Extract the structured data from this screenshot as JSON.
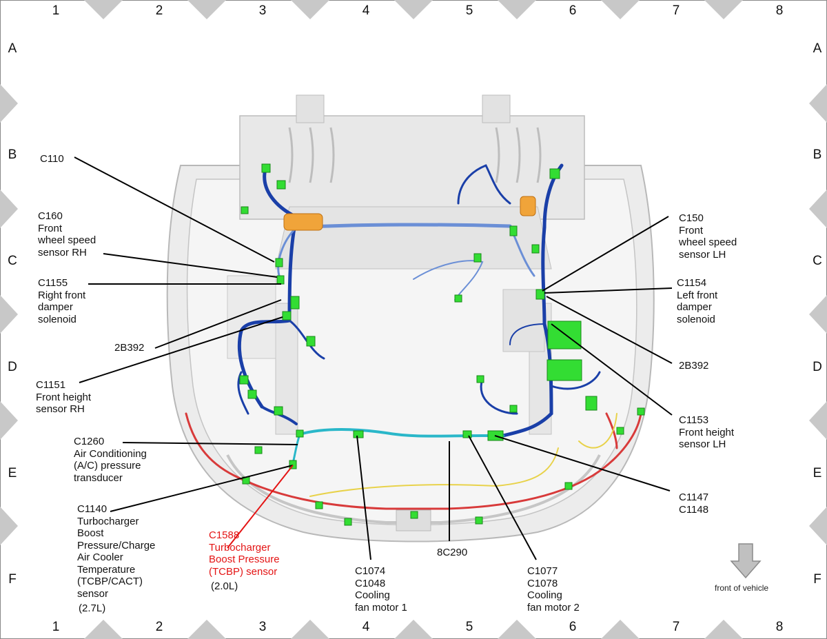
{
  "grid": {
    "columns": [
      "1",
      "2",
      "3",
      "4",
      "5",
      "6",
      "7",
      "8"
    ],
    "rows": [
      "A",
      "B",
      "C",
      "D",
      "E",
      "F"
    ]
  },
  "callouts": [
    {
      "id": "c110",
      "lines": [
        "C110"
      ]
    },
    {
      "id": "c160",
      "lines": [
        "C160",
        "Front",
        "wheel speed",
        "sensor RH"
      ]
    },
    {
      "id": "c1155",
      "lines": [
        "C1155",
        "Right front",
        "damper",
        "solenoid"
      ]
    },
    {
      "id": "2b392-rh",
      "lines": [
        "2B392"
      ]
    },
    {
      "id": "c1151",
      "lines": [
        "C1151",
        "Front height",
        "sensor RH"
      ]
    },
    {
      "id": "c1260",
      "lines": [
        "C1260",
        "Air Conditioning",
        "(A/C) pressure",
        "transducer"
      ]
    },
    {
      "id": "c1140",
      "lines": [
        "C1140",
        "Turbocharger",
        "Boost",
        "Pressure/Charge",
        "Air Cooler",
        "Temperature",
        "(TCBP/CACT)",
        "sensor"
      ]
    },
    {
      "id": "c1140-note",
      "lines": [
        "(2.7L)"
      ]
    },
    {
      "id": "c1588",
      "lines": [
        "C1588",
        "Turbocharger",
        "Boost Pressure",
        "(TCBP) sensor"
      ],
      "highlight": true
    },
    {
      "id": "c1588-note",
      "lines": [
        "(2.0L)"
      ]
    },
    {
      "id": "c1074",
      "lines": [
        "C1074",
        "C1048",
        "Cooling",
        "fan motor 1"
      ]
    },
    {
      "id": "8c290",
      "lines": [
        "8C290"
      ]
    },
    {
      "id": "c1077",
      "lines": [
        "C1077",
        "C1078",
        "Cooling",
        "fan motor 2"
      ]
    },
    {
      "id": "c1147",
      "lines": [
        "C1147",
        "C1148"
      ]
    },
    {
      "id": "c1153",
      "lines": [
        "C1153",
        "Front height",
        "sensor LH"
      ]
    },
    {
      "id": "2b392-lh",
      "lines": [
        "2B392"
      ]
    },
    {
      "id": "c1154",
      "lines": [
        "C1154",
        "Left front",
        "damper",
        "solenoid"
      ]
    },
    {
      "id": "c150",
      "lines": [
        "C150",
        "Front",
        "wheel speed",
        "sensor LH"
      ]
    }
  ],
  "front_of_vehicle": "front of vehicle",
  "colors": {
    "harness_dark": "#1a3fa8",
    "harness_light": "#6b8fd6",
    "harness_teal": "#2ab7c9",
    "harness_red": "#d83a3a",
    "harness_yellow": "#e8d24a",
    "harness_orange": "#f0a43a",
    "connector_green": "#33dd33",
    "highlight_red": "#e41414",
    "body_gray": "#d8d8d8"
  }
}
